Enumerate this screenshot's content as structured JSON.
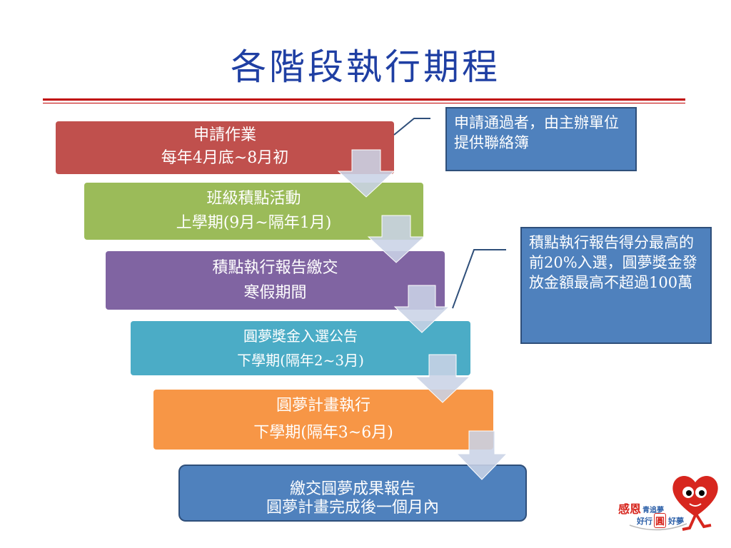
{
  "title": "各階段執行期程",
  "steps": [
    {
      "line1": "申請作業",
      "line2": "每年4月底~8月初",
      "color": "#c0504d"
    },
    {
      "line1": "班級積點活動",
      "line2": "上學期(9月~隔年1月)",
      "color": "#9bbb59"
    },
    {
      "line1": "積點執行報告繳交",
      "line2": "寒假期間",
      "color": "#8064a2"
    },
    {
      "line1": "圓夢獎金入選公告",
      "line2": "下學期(隔年2~3月)",
      "color": "#4bacc6"
    },
    {
      "line1": "圓夢計畫執行",
      "line2": "下學期(隔年3~6月)",
      "color": "#f79646"
    },
    {
      "line1": "繳交圓夢成果報告",
      "line2": "圓夢計畫完成後一個月內",
      "color": "#4f81bd"
    }
  ],
  "callouts": [
    {
      "text": "申請通過者，由主辦單位提供聯絡簿"
    },
    {
      "text": "積點執行報告得分最高的前20%入選，圓夢獎金發放金額最高不超過100萬"
    }
  ],
  "logo": {
    "line1": "感恩",
    "line2": "青追夢",
    "line3": "好行",
    "line4": "圓",
    "line5": "好夢"
  },
  "colors": {
    "title": "#1f3fa3",
    "rule": "#c00000",
    "arrow": "#c9d3e6"
  }
}
